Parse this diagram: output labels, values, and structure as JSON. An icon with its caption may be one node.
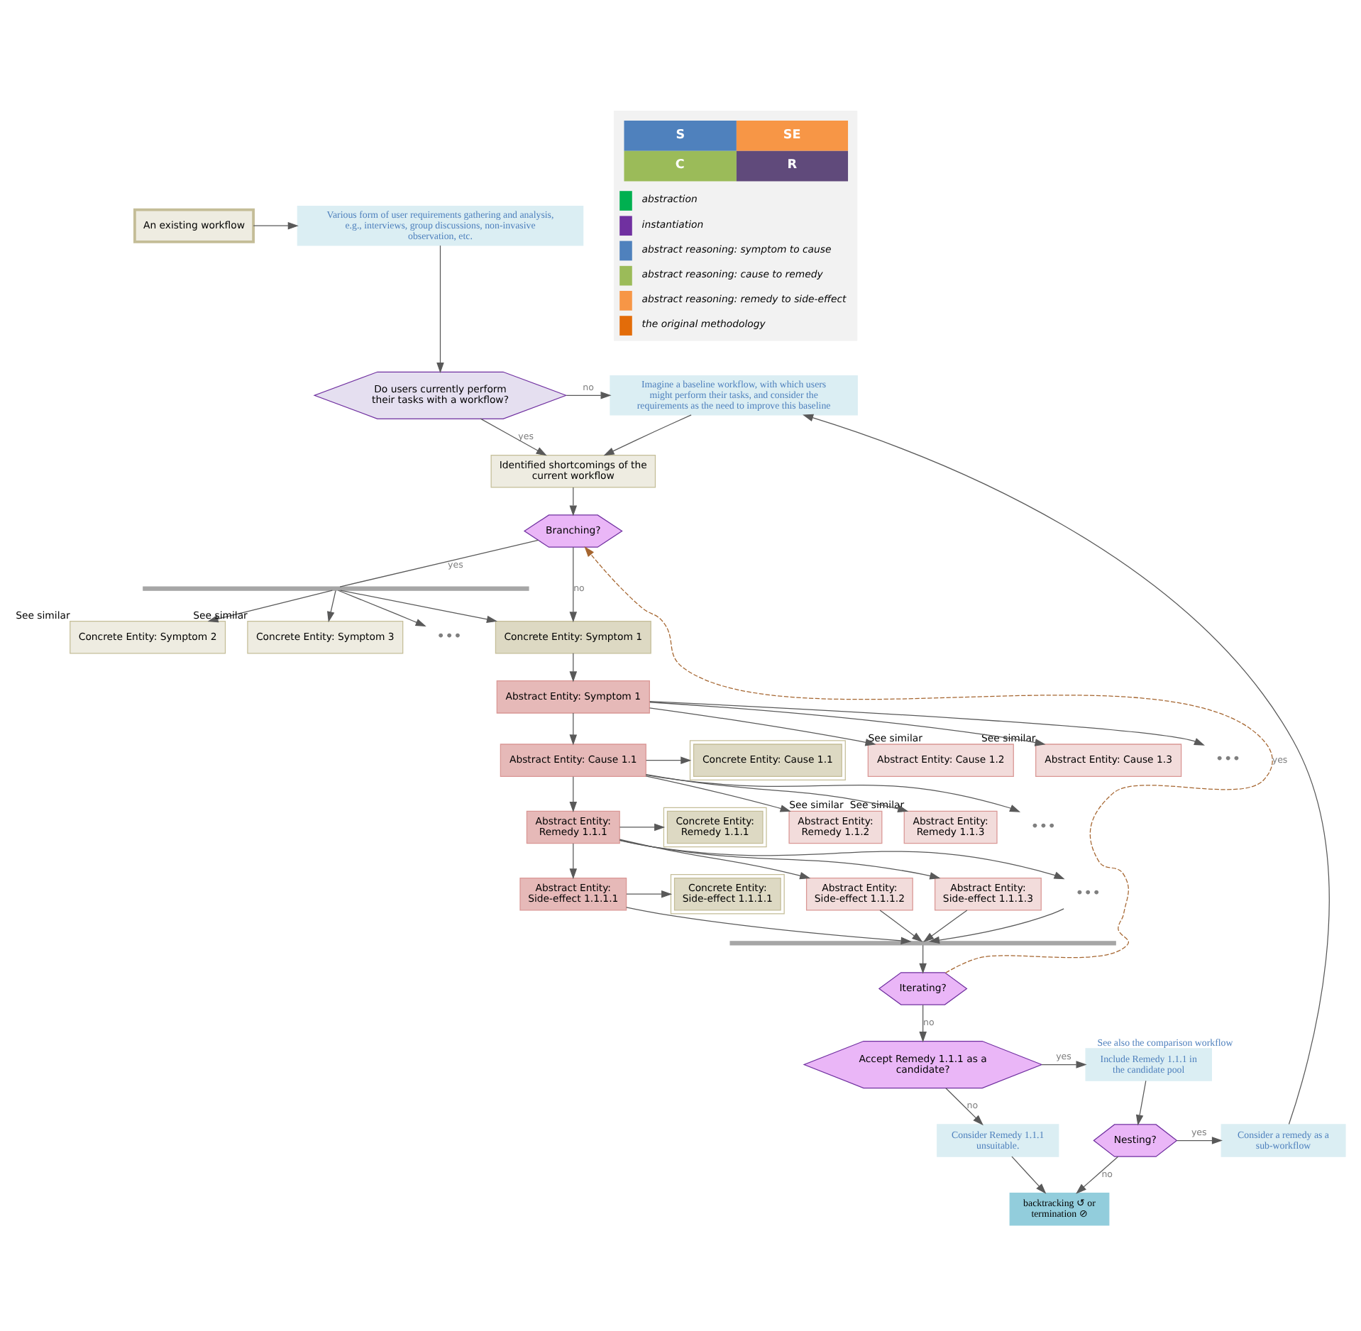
{
  "diagram": {
    "nodes": [
      {
        "text": [
          "An existing workflow"
        ]
      },
      {
        "text": [
          "Various form of user requirements gathering and analysis, e.g., interviews, group discussions, non-invasive observation, etc."
        ]
      },
      {
        "text": [
          "Do users currently perform their tasks with a workflow?"
        ]
      },
      {
        "text": [
          "Imagine a baseline workflow, with which users might perform their tasks, and consider the requirements as the need to improve this baseline"
        ]
      },
      {
        "text": [
          "Identified shortcomings of the current workflow"
        ]
      },
      {
        "text": [
          "Branching?"
        ]
      },
      {
        "text": [],
        "shape": "bar"
      },
      {
        "text": [
          "Concrete Entity: Symptom 1"
        ]
      },
      {
        "text": [
          "Concrete Entity: Symptom 2"
        ],
        "beside": [
          "See similar"
        ]
      },
      {
        "text": [
          "Concrete Entity: Symptom 3"
        ],
        "beside": [
          "See similar"
        ]
      },
      {
        "text": [
          "•••"
        ]
      },
      {
        "text": [
          "Abstract Entity: Symptom 1"
        ]
      },
      {
        "text": [
          "Concrete Entity: Cause 1.1"
        ]
      },
      {
        "text": [
          "Abstract Entity: Cause 1.1"
        ]
      },
      {
        "text": [
          "Abstract Entity: Cause 1.2"
        ],
        "beside": [
          "See similar"
        ]
      },
      {
        "text": [
          "Abstract Entity: Cause 1.3"
        ],
        "beside": [
          "See similar"
        ]
      },
      {
        "text": [
          "•••"
        ]
      },
      {
        "text": [
          "Concrete Entity: Remedy 1.1.1"
        ]
      },
      {
        "text": [
          "Abstract Entity: Remedy 1.1.1"
        ]
      },
      {
        "text": [
          "Abstract Entity: Remedy 1.1.2"
        ],
        "beside": [
          "See similar"
        ]
      },
      {
        "text": [
          "Abstract Entity: Remedy 1.1.3"
        ],
        "beside": [
          "See similar"
        ]
      },
      {
        "text": [
          "•••"
        ]
      },
      {
        "text": [
          "Concrete Entity: Side-effect 1.1.1.1"
        ]
      },
      {
        "text": [
          "Abstract Entity: Side-effect 1.1.1.1"
        ]
      },
      {
        "text": [
          "Abstract Entity: Side-effect 1.1.1.2"
        ]
      },
      {
        "text": [
          "Abstract Entity: Side-effect 1.1.1.3"
        ]
      },
      {
        "text": [
          "•••"
        ]
      },
      {
        "text": [],
        "shape": "bar"
      },
      {
        "text": [
          "Iterating?"
        ]
      },
      {
        "text": [
          "Accept Remedy 1.1.1 as a candidate?"
        ]
      },
      {
        "text": [
          "Include Remedy 1.1.1 in the candidate pool"
        ],
        "beside": [
          "See also the comparison workflow"
        ]
      },
      {
        "text": [
          "Consider Remedy 1.1.1 unsuitable."
        ]
      },
      {
        "text": [
          "Nesting?"
        ]
      },
      {
        "text": [
          "Consider a remedy as a sub-workflow"
        ]
      },
      {
        "text": [
          "backtracking ↺ or termination ⊘"
        ]
      }
    ],
    "edges": [
      {
        "from": 0,
        "to": 1,
        "arrow": "to"
      },
      {
        "from": 1,
        "to": 2,
        "arrow": "to"
      },
      {
        "from": 2,
        "to": 3,
        "arrow": "to",
        "label": "no"
      },
      {
        "from": 2,
        "to": 4,
        "arrow": "to",
        "label": "yes"
      },
      {
        "from": 3,
        "to": 4,
        "arrow": "to"
      },
      {
        "from": 4,
        "to": 5,
        "arrow": "to"
      },
      {
        "from": 5,
        "to": 7,
        "arrow": "to",
        "label": "no"
      },
      {
        "from": 5,
        "to": 6,
        "arrow": "none",
        "label": "yes"
      },
      {
        "from": 6,
        "to": 7,
        "arrow": "to"
      },
      {
        "from": 6,
        "to": 8,
        "arrow": "to"
      },
      {
        "from": 6,
        "to": 9,
        "arrow": "to"
      },
      {
        "from": 6,
        "to": 10,
        "arrow": "to"
      },
      {
        "from": 7,
        "to": 11,
        "arrow": "to"
      },
      {
        "from": 11,
        "to": 13,
        "arrow": "to"
      },
      {
        "from": 11,
        "to": 14,
        "arrow": "to"
      },
      {
        "from": 11,
        "to": 15,
        "arrow": "to"
      },
      {
        "from": 11,
        "to": 16,
        "arrow": "to"
      },
      {
        "from": 13,
        "to": 12,
        "arrow": "to"
      },
      {
        "from": 13,
        "to": 18,
        "arrow": "to"
      },
      {
        "from": 13,
        "to": 19,
        "arrow": "to"
      },
      {
        "from": 13,
        "to": 20,
        "arrow": "to"
      },
      {
        "from": 13,
        "to": 21,
        "arrow": "to"
      },
      {
        "from": 18,
        "to": 17,
        "arrow": "to"
      },
      {
        "from": 18,
        "to": 23,
        "arrow": "to"
      },
      {
        "from": 18,
        "to": 24,
        "arrow": "to"
      },
      {
        "from": 18,
        "to": 25,
        "arrow": "to"
      },
      {
        "from": 18,
        "to": 26,
        "arrow": "to"
      },
      {
        "from": 23,
        "to": 22,
        "arrow": "to"
      },
      {
        "from": 23,
        "to": 27,
        "arrow": "to"
      },
      {
        "from": 24,
        "to": 27,
        "arrow": "to"
      },
      {
        "from": 25,
        "to": 27,
        "arrow": "to"
      },
      {
        "from": 26,
        "to": 27,
        "arrow": "to"
      },
      {
        "from": 27,
        "to": 28,
        "arrow": "to"
      },
      {
        "from": 28,
        "to": 5,
        "arrow": "to",
        "label": "yes",
        "style": "dashed",
        "color": "#a5652f"
      },
      {
        "from": 28,
        "to": 29,
        "arrow": "to",
        "label": "no"
      },
      {
        "from": 29,
        "to": 30,
        "arrow": "to",
        "label": "yes"
      },
      {
        "from": 29,
        "to": 31,
        "arrow": "to",
        "label": "no"
      },
      {
        "from": 30,
        "to": 32,
        "arrow": "to"
      },
      {
        "from": 32,
        "to": 33,
        "arrow": "to",
        "label": "yes"
      },
      {
        "from": 32,
        "to": 34,
        "arrow": "to",
        "label": "no"
      },
      {
        "from": 31,
        "to": 34,
        "arrow": "to"
      },
      {
        "from": 33,
        "to": 3,
        "arrow": "to"
      }
    ],
    "labels": [
      "S",
      "SE",
      "C",
      "R"
    ],
    "legend": [
      {
        "text": "abstraction"
      },
      {
        "text": "instantiation"
      },
      {
        "text": "abstract reasoning: symptom to cause"
      },
      {
        "text": "abstract reasoning: cause to remedy"
      },
      {
        "text": "abstract reasoning: remedy to side-effect"
      },
      {
        "text": "the original methodology"
      }
    ]
  }
}
